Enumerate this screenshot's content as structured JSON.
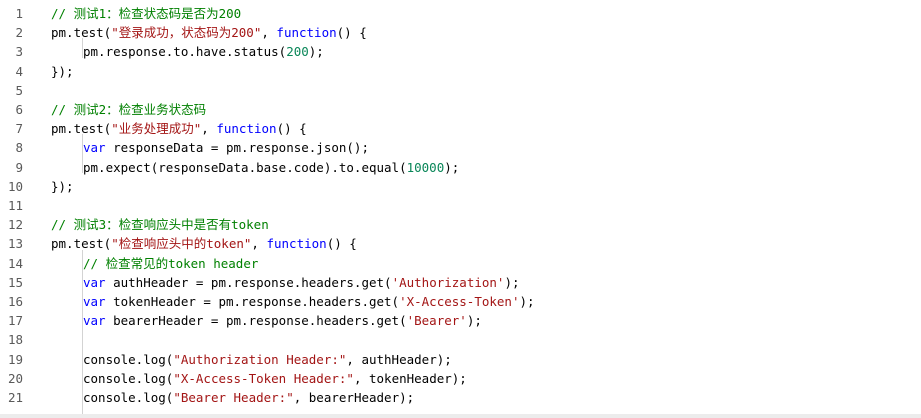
{
  "editor": {
    "lines": [
      {
        "n": "1",
        "indent": 0,
        "tokens": [
          {
            "t": "// 测试1：检查状态码是否为200",
            "k": "comment"
          }
        ]
      },
      {
        "n": "2",
        "indent": 0,
        "tokens": [
          {
            "t": "pm.test(",
            "k": "plain"
          },
          {
            "t": "\"登录成功，状态码为200\"",
            "k": "string"
          },
          {
            "t": ", ",
            "k": "plain"
          },
          {
            "t": "function",
            "k": "keyword"
          },
          {
            "t": "() {",
            "k": "plain"
          }
        ]
      },
      {
        "n": "3",
        "indent": 1,
        "tokens": [
          {
            "t": "pm.response.to.have.status(",
            "k": "plain"
          },
          {
            "t": "200",
            "k": "number"
          },
          {
            "t": ");",
            "k": "plain"
          }
        ]
      },
      {
        "n": "4",
        "indent": 0,
        "tokens": [
          {
            "t": "});",
            "k": "plain"
          }
        ]
      },
      {
        "n": "5",
        "indent": 0,
        "tokens": []
      },
      {
        "n": "6",
        "indent": 0,
        "tokens": [
          {
            "t": "// 测试2：检查业务状态码",
            "k": "comment"
          }
        ]
      },
      {
        "n": "7",
        "indent": 0,
        "tokens": [
          {
            "t": "pm.test(",
            "k": "plain"
          },
          {
            "t": "\"业务处理成功\"",
            "k": "string"
          },
          {
            "t": ", ",
            "k": "plain"
          },
          {
            "t": "function",
            "k": "keyword"
          },
          {
            "t": "() {",
            "k": "plain"
          }
        ]
      },
      {
        "n": "8",
        "indent": 1,
        "tokens": [
          {
            "t": "var",
            "k": "keyword"
          },
          {
            "t": " responseData = pm.response.json();",
            "k": "plain"
          }
        ]
      },
      {
        "n": "9",
        "indent": 1,
        "tokens": [
          {
            "t": "pm.expect(responseData.base.code).to.equal(",
            "k": "plain"
          },
          {
            "t": "10000",
            "k": "number"
          },
          {
            "t": ");",
            "k": "plain"
          }
        ]
      },
      {
        "n": "10",
        "indent": 0,
        "tokens": [
          {
            "t": "});",
            "k": "plain"
          }
        ]
      },
      {
        "n": "11",
        "indent": 0,
        "tokens": []
      },
      {
        "n": "12",
        "indent": 0,
        "tokens": [
          {
            "t": "// 测试3：检查响应头中是否有token",
            "k": "comment"
          }
        ]
      },
      {
        "n": "13",
        "indent": 0,
        "tokens": [
          {
            "t": "pm.test(",
            "k": "plain"
          },
          {
            "t": "\"检查响应头中的token\"",
            "k": "string"
          },
          {
            "t": ", ",
            "k": "plain"
          },
          {
            "t": "function",
            "k": "keyword"
          },
          {
            "t": "() {",
            "k": "plain"
          }
        ]
      },
      {
        "n": "14",
        "indent": 1,
        "tokens": [
          {
            "t": "// 检查常见的token header",
            "k": "comment"
          }
        ]
      },
      {
        "n": "15",
        "indent": 1,
        "tokens": [
          {
            "t": "var",
            "k": "keyword"
          },
          {
            "t": " authHeader = pm.response.headers.get(",
            "k": "plain"
          },
          {
            "t": "'Authorization'",
            "k": "string"
          },
          {
            "t": ");",
            "k": "plain"
          }
        ]
      },
      {
        "n": "16",
        "indent": 1,
        "tokens": [
          {
            "t": "var",
            "k": "keyword"
          },
          {
            "t": " tokenHeader = pm.response.headers.get(",
            "k": "plain"
          },
          {
            "t": "'X-Access-Token'",
            "k": "string"
          },
          {
            "t": ");",
            "k": "plain"
          }
        ]
      },
      {
        "n": "17",
        "indent": 1,
        "tokens": [
          {
            "t": "var",
            "k": "keyword"
          },
          {
            "t": " bearerHeader = pm.response.headers.get(",
            "k": "plain"
          },
          {
            "t": "'Bearer'",
            "k": "string"
          },
          {
            "t": ");",
            "k": "plain"
          }
        ]
      },
      {
        "n": "18",
        "indent": 0,
        "tokens": []
      },
      {
        "n": "19",
        "indent": 1,
        "tokens": [
          {
            "t": "console.log(",
            "k": "plain"
          },
          {
            "t": "\"Authorization Header:\"",
            "k": "string"
          },
          {
            "t": ", authHeader);",
            "k": "plain"
          }
        ]
      },
      {
        "n": "20",
        "indent": 1,
        "tokens": [
          {
            "t": "console.log(",
            "k": "plain"
          },
          {
            "t": "\"X-Access-Token Header:\"",
            "k": "string"
          },
          {
            "t": ", tokenHeader);",
            "k": "plain"
          }
        ]
      },
      {
        "n": "21",
        "indent": 1,
        "tokens": [
          {
            "t": "console.log(",
            "k": "plain"
          },
          {
            "t": "\"Bearer Header:\"",
            "k": "string"
          },
          {
            "t": ", bearerHeader);",
            "k": "plain"
          }
        ]
      }
    ],
    "colors": {
      "comment": "#008000",
      "string": "#a31515",
      "keyword": "#0000ff",
      "number": "#098658",
      "plain": "#000000",
      "line_number": "#5a5a5a",
      "background": "#ffffff"
    }
  }
}
